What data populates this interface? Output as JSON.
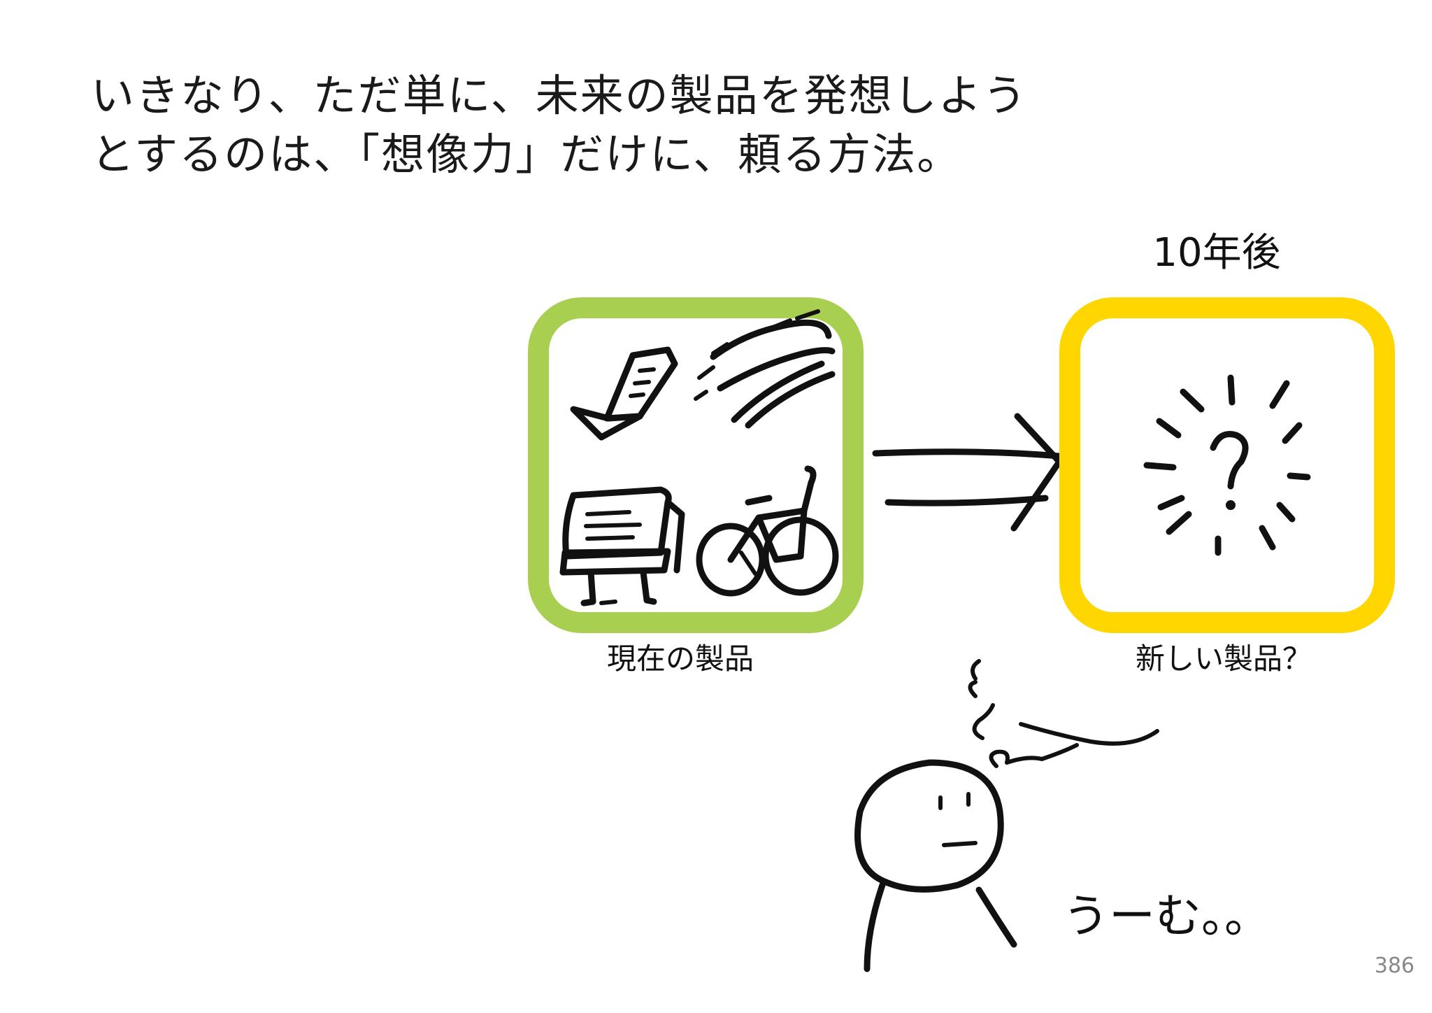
{
  "heading": {
    "line1": "いきなり、ただ単に、未来の製品を発想しよう",
    "line2": "とするのは、「想像力」だけに、頼る方法。"
  },
  "diagram": {
    "years_label": "10年後",
    "current_caption": "現在の製品",
    "new_caption": "新しい製品？",
    "current_box_color": "#a8cf4f",
    "new_box_color": "#ffd600",
    "question_mark": "?",
    "thinker_exclamation": "うーむ。。"
  },
  "page_number": "386"
}
